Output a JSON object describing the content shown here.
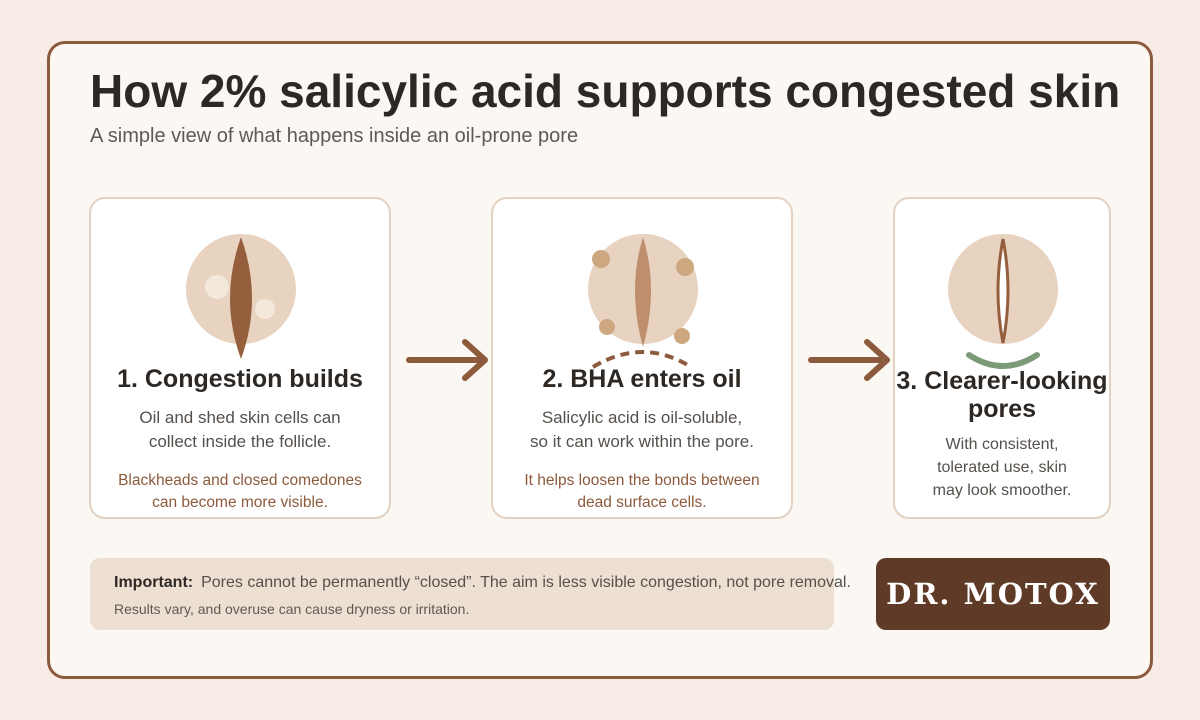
{
  "header": {
    "title": "How 2% salicylic acid supports congested skin",
    "subtitle": "A simple view of what happens inside an oil-prone pore"
  },
  "steps": [
    {
      "title": "1. Congestion builds",
      "desc_lines": [
        "Oil and shed skin cells can",
        "collect inside the follicle."
      ],
      "note_lines": [
        "Blackheads and closed comedones",
        "can become more visible."
      ]
    },
    {
      "title": "2. BHA enters oil",
      "desc_lines": [
        "Salicylic acid is oil-soluble,",
        "so it can work within the pore."
      ],
      "note_lines": [
        "It helps loosen the bonds between",
        "dead surface cells."
      ]
    },
    {
      "title_lines": [
        "3. Clearer-looking",
        "pores"
      ],
      "desc_lines": [
        "With consistent,",
        "tolerated use, skin",
        "may look smoother."
      ]
    }
  ],
  "note": {
    "label": "Important:",
    "text": "Pores cannot be permanently “closed”. The aim is less visible congestion, not pore removal.",
    "line2": "Results vary, and overuse can cause dryness or irritation."
  },
  "brand": {
    "name": "DR. MOTOX"
  },
  "colors": {
    "brown_dark": "#5e3a27",
    "brown": "#8c5a3c",
    "pore_skin": "#e8d2c0",
    "green": "#7a9a78"
  }
}
